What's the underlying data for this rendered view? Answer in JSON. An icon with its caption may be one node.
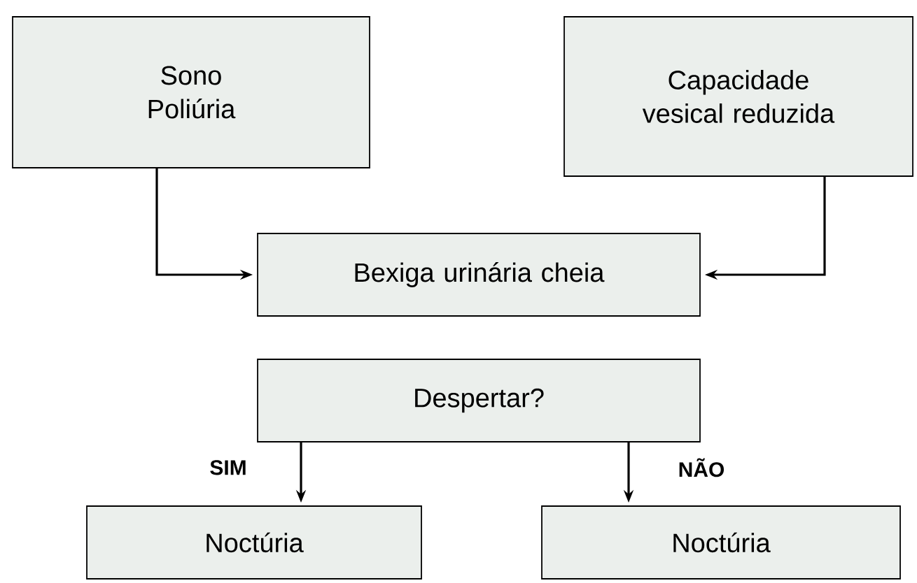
{
  "diagram": {
    "nodes": [
      {
        "text": [
          "Sono",
          "Poliúria"
        ]
      },
      {
        "text": [
          "Capacidade vesical reduzida"
        ]
      },
      {
        "text": [
          "Bexiga urinária cheia"
        ]
      },
      {
        "text": [
          "Despertar?"
        ]
      },
      {
        "text": [
          "Noctúria"
        ]
      },
      {
        "text": [
          "Noctúria"
        ]
      }
    ],
    "edges": [
      {
        "from": 0,
        "to": 2,
        "arrow": "to"
      },
      {
        "from": 1,
        "to": 2,
        "arrow": "to"
      },
      {
        "from": 3,
        "to": 4,
        "arrow": "to",
        "label": "SIM"
      },
      {
        "from": 3,
        "to": 5,
        "arrow": "to",
        "label": "NÃO"
      }
    ]
  }
}
